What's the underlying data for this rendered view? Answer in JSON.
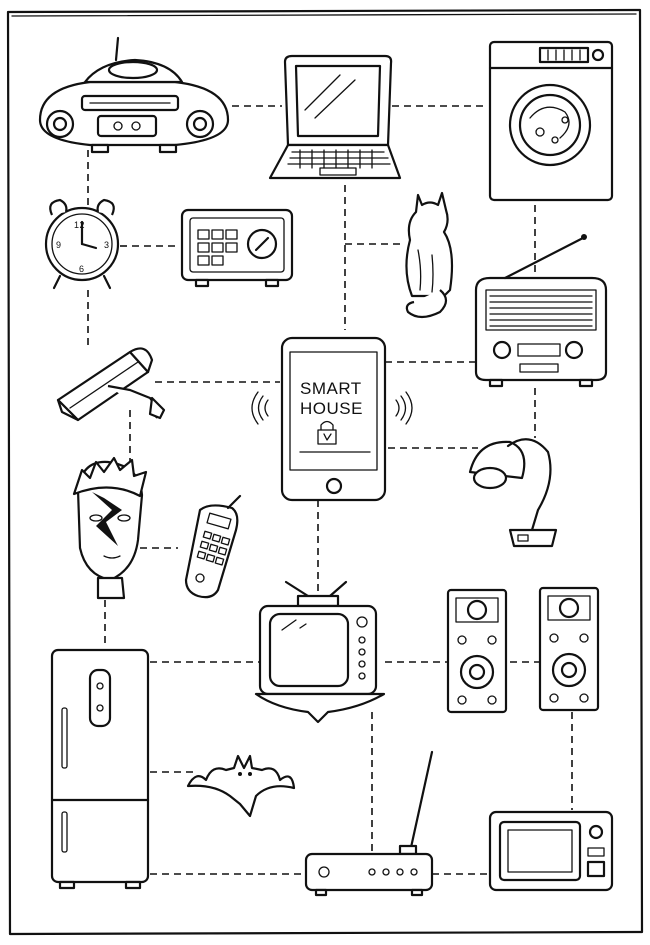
{
  "hub": {
    "line1": "SMART",
    "line2": "HOUSE"
  },
  "devices": [
    {
      "id": "boombox",
      "icon": "boombox-icon"
    },
    {
      "id": "laptop",
      "icon": "laptop-icon"
    },
    {
      "id": "washing-machine",
      "icon": "washing-machine-icon"
    },
    {
      "id": "alarm-clock",
      "icon": "alarm-clock-icon"
    },
    {
      "id": "safe",
      "icon": "safe-icon"
    },
    {
      "id": "cat",
      "icon": "cat-icon"
    },
    {
      "id": "radio",
      "icon": "radio-icon"
    },
    {
      "id": "security-camera",
      "icon": "security-camera-icon"
    },
    {
      "id": "lamp",
      "icon": "lamp-icon"
    },
    {
      "id": "portrait",
      "icon": "face-portrait-icon"
    },
    {
      "id": "cordless-phone",
      "icon": "cordless-phone-icon"
    },
    {
      "id": "tv",
      "icon": "tv-icon"
    },
    {
      "id": "speaker-left",
      "icon": "speaker-icon"
    },
    {
      "id": "speaker-right",
      "icon": "speaker-icon"
    },
    {
      "id": "fridge",
      "icon": "fridge-icon"
    },
    {
      "id": "bat",
      "icon": "bat-icon"
    },
    {
      "id": "router",
      "icon": "router-icon"
    },
    {
      "id": "microwave",
      "icon": "microwave-icon"
    }
  ]
}
